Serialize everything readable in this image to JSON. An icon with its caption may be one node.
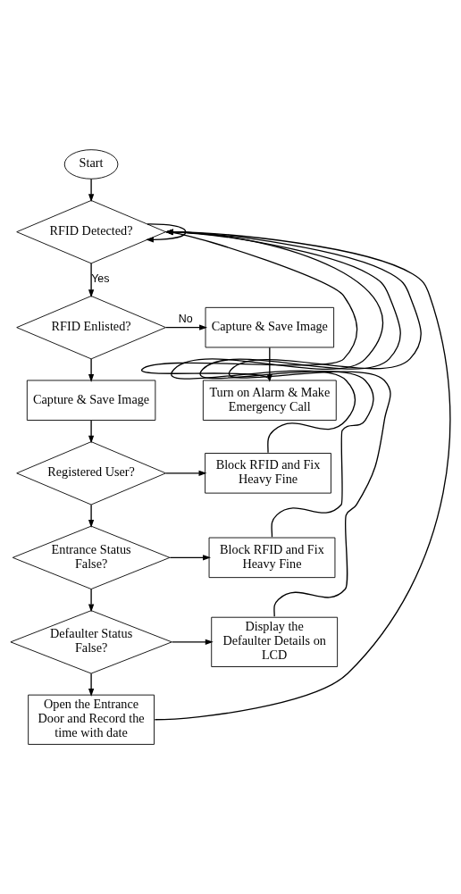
{
  "diagram": {
    "nodes": [
      {
        "text": [
          "Start"
        ]
      },
      {
        "text": [
          "RFID Detected?"
        ]
      },
      {
        "text": [
          "Capture & Save Image"
        ]
      },
      {
        "text": [
          "RFID Enlisted?"
        ]
      },
      {
        "text": [
          "Turn on Alarm & Make Emergency Call"
        ]
      },
      {
        "text": [
          "Capture & Save Image"
        ]
      },
      {
        "text": [
          "Block RFID and Fix Heavy Fine"
        ]
      },
      {
        "text": [
          "Registered User?"
        ]
      },
      {
        "text": [
          "Block RFID and Fix Heavy Fine"
        ]
      },
      {
        "text": [
          "Entrance Status False?"
        ]
      },
      {
        "text": [
          "Display the Defaulter Details on LCD"
        ]
      },
      {
        "text": [
          "Defaulter Status False?"
        ]
      },
      {
        "text": [
          "Open the Entrance Door and Record the time with date"
        ]
      }
    ],
    "edges": [
      {
        "from": 0,
        "to": 1,
        "arrow": "to"
      },
      {
        "from": 1,
        "to": 1,
        "arrow": "to"
      },
      {
        "from": 1,
        "to": 3,
        "label": "Yes",
        "arrow": "to"
      },
      {
        "from": 3,
        "to": 2,
        "label": "No",
        "arrow": "to"
      },
      {
        "from": 2,
        "to": 4,
        "arrow": "to"
      },
      {
        "from": 4,
        "to": 1,
        "arrow": "to"
      },
      {
        "from": 3,
        "to": 5,
        "arrow": "to"
      },
      {
        "from": 5,
        "to": 7,
        "arrow": "to"
      },
      {
        "from": 7,
        "to": 6,
        "arrow": "to"
      },
      {
        "from": 6,
        "to": 1,
        "arrow": "to"
      },
      {
        "from": 7,
        "to": 9,
        "arrow": "to"
      },
      {
        "from": 9,
        "to": 8,
        "arrow": "to"
      },
      {
        "from": 8,
        "to": 1,
        "arrow": "to"
      },
      {
        "from": 9,
        "to": 11,
        "arrow": "to"
      },
      {
        "from": 11,
        "to": 10,
        "arrow": "to"
      },
      {
        "from": 10,
        "to": 1,
        "arrow": "to"
      },
      {
        "from": 11,
        "to": 12,
        "arrow": "to"
      },
      {
        "from": 12,
        "to": 1,
        "arrow": "to"
      }
    ]
  }
}
